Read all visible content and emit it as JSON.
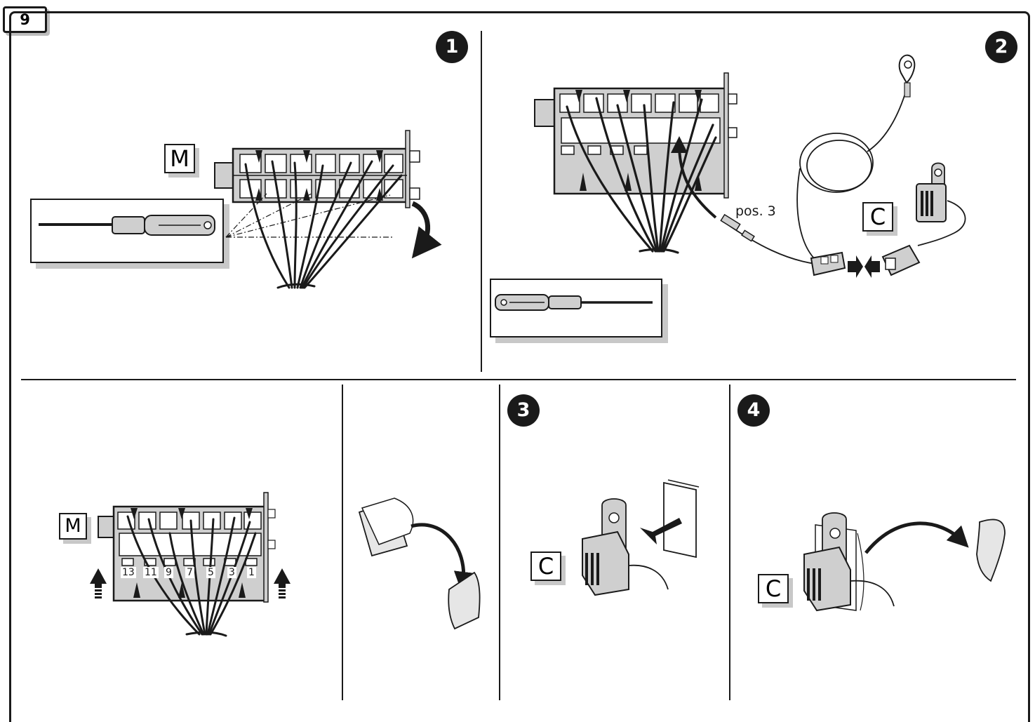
{
  "figure_number": "9",
  "steps": {
    "step1": "1",
    "step2": "2",
    "step3": "3",
    "step4": "4"
  },
  "labels": {
    "connector_M_top": "M",
    "connector_M_bottom": "M",
    "sensor_C_top": "C",
    "sensor_C_step3": "C",
    "sensor_C_step4": "C",
    "position_callout": "pos. 3"
  },
  "slot_numbers": [
    "13",
    "11",
    "9",
    "7",
    "5",
    "3",
    "1"
  ],
  "colors": {
    "ink": "#1a1a1a",
    "housing_fill": "#cfcfcf",
    "shadow": "#c8c8c8"
  }
}
